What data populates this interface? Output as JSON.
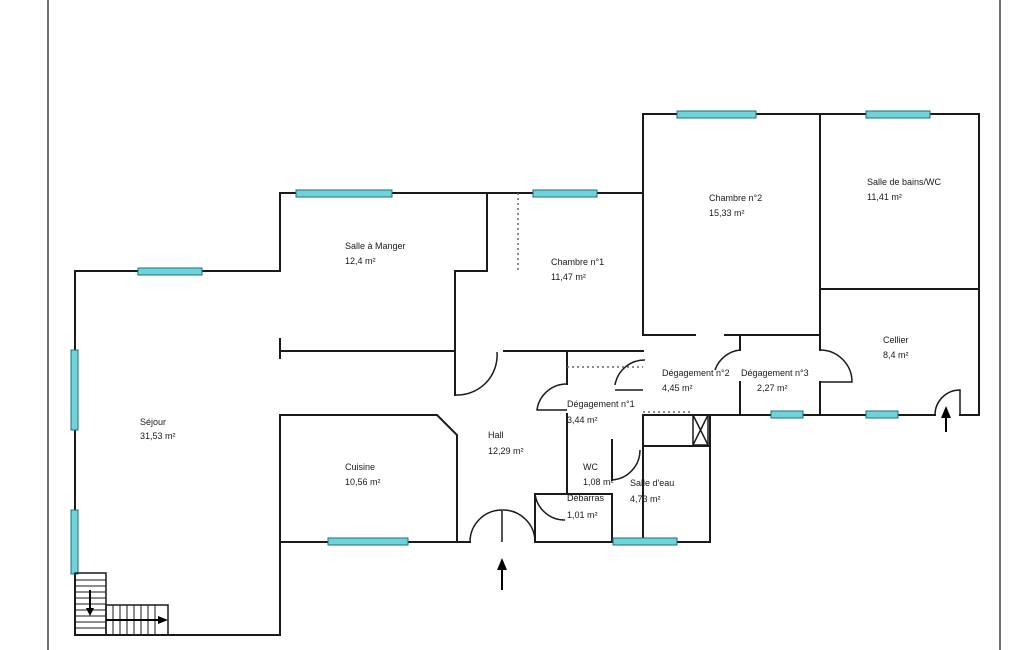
{
  "rooms": [
    {
      "name": "Séjour",
      "area": "31,53  m²"
    },
    {
      "name": "Salle à Manger",
      "area": "12,4  m²"
    },
    {
      "name": "Chambre n°1",
      "area": "11,47  m²"
    },
    {
      "name": "Chambre n°2",
      "area": "15,33  m²"
    },
    {
      "name": "Salle de bains/WC",
      "area": "11,41  m²"
    },
    {
      "name": "Cellier",
      "area": "8,4  m²"
    },
    {
      "name": "Dégagement n°2",
      "area": "4,45  m²"
    },
    {
      "name": "Dégagement n°3",
      "area": "2,27  m²"
    },
    {
      "name": "Dégagement n°1",
      "area": "3,44  m²"
    },
    {
      "name": "Hall",
      "area": "12,29  m²"
    },
    {
      "name": "Cuisine",
      "area": "10,56  m²"
    },
    {
      "name": "WC",
      "area": "1,08  m²"
    },
    {
      "name": "Salle d'eau",
      "area": "4,73  m²"
    },
    {
      "name": "Débarras",
      "area": "1,01  m²"
    }
  ],
  "colors": {
    "window": "#6fd3dc",
    "wall": "#1a1a1a"
  }
}
